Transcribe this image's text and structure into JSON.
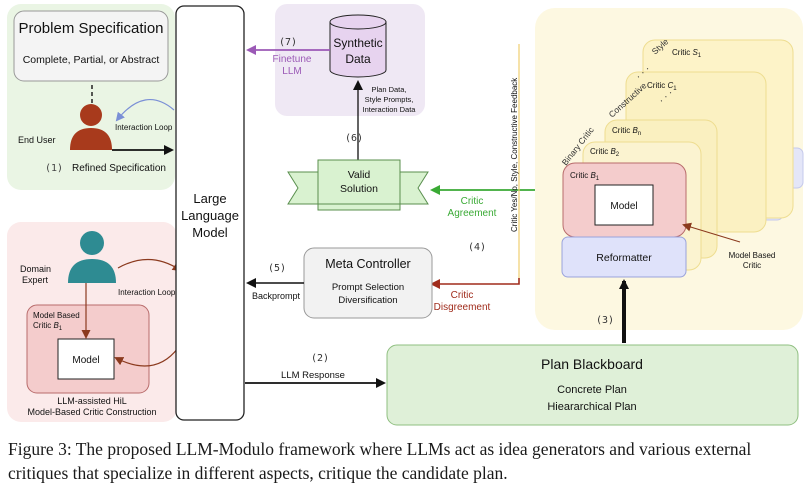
{
  "problem_spec": {
    "title": "Problem Specification",
    "subtitle": "Complete, Partial, or Abstract",
    "end_user_label": "End User",
    "interaction_loop": "Interaction Loop",
    "step1_num": "(1)",
    "step1_label": "Refined Specification"
  },
  "llm": {
    "line1": "Large",
    "line2": "Language",
    "line3": "Model"
  },
  "synthetic": {
    "step7_num": "(7)",
    "finetune_line1": "Finetune",
    "finetune_line2": "LLM",
    "db_line1": "Synthetic",
    "db_line2": "Data",
    "inputs_line1": "Plan Data,",
    "inputs_line2": "Style Prompts,",
    "inputs_line3": "Interaction Data",
    "step6_num": "(6)"
  },
  "valid_solution": {
    "line1": "Valid",
    "line2": "Solution"
  },
  "critic_agreement": {
    "line1": "Critic",
    "line2": "Agreement"
  },
  "critics": {
    "vertical_label": "Critic Yes/No, Style, Constructive Feedback",
    "binary": "Binary Critic",
    "constructive": "Constructive",
    "style": "Style",
    "s_prefix": "Critic ",
    "s_var": "S",
    "s_sub": "1",
    "c_prefix": "Critic ",
    "c_var": "C",
    "c_sub": "1",
    "bn_prefix": "Critic ",
    "bn_var": "B",
    "bn_sub": "n",
    "b2_prefix": "Critic ",
    "b2_var": "B",
    "b2_sub": "2",
    "b1_prefix": "Critic ",
    "b1_var": "B",
    "b1_sub": "1",
    "model_label": "Model",
    "reformatter": "Reformatter",
    "model_based_line1": "Model Based",
    "model_based_line2": "Critic",
    "step4_num": "(4)"
  },
  "meta": {
    "title": "Meta Controller",
    "line1": "Prompt Selection",
    "line2": "Diversification",
    "step5_num": "(5)",
    "backprompt": "Backprompt",
    "disagree_line1": "Critic",
    "disagree_line2": "Disgreement"
  },
  "domain": {
    "expert_line1": "Domain",
    "expert_line2": "Expert",
    "interaction_loop": "Interaction Loop",
    "critic_line1": "Model Based",
    "critic_prefix": "Critic ",
    "critic_var": "B",
    "critic_sub": "1",
    "model_label": "Model",
    "footer_line1": "LLM-assisted HiL",
    "footer_line2": "Model-Based Critic Construction"
  },
  "blackboard": {
    "step2_num": "(2)",
    "llm_response": "LLM Response",
    "step3_num": "(3)",
    "title": "Plan Blackboard",
    "line1": "Concrete Plan",
    "line2": "Hieararchical Plan"
  },
  "caption": "Figure 3: The proposed LLM-Modulo framework where LLMs act as idea generators and various external critiques that specialize in different aspects, critique the candidate plan.",
  "colors": {
    "green_panel": "#eaf5e4",
    "pink_panel": "#fbeaea",
    "purple_panel": "#efe8f4",
    "yellow_panel": "#fdf8e1",
    "finetune_purple": "#9b59b6",
    "critic_agreement_green": "#3aaa35",
    "critic_disagree_red": "#a02c1c",
    "person_red": "#a83a1c",
    "person_teal": "#2e8b92"
  }
}
